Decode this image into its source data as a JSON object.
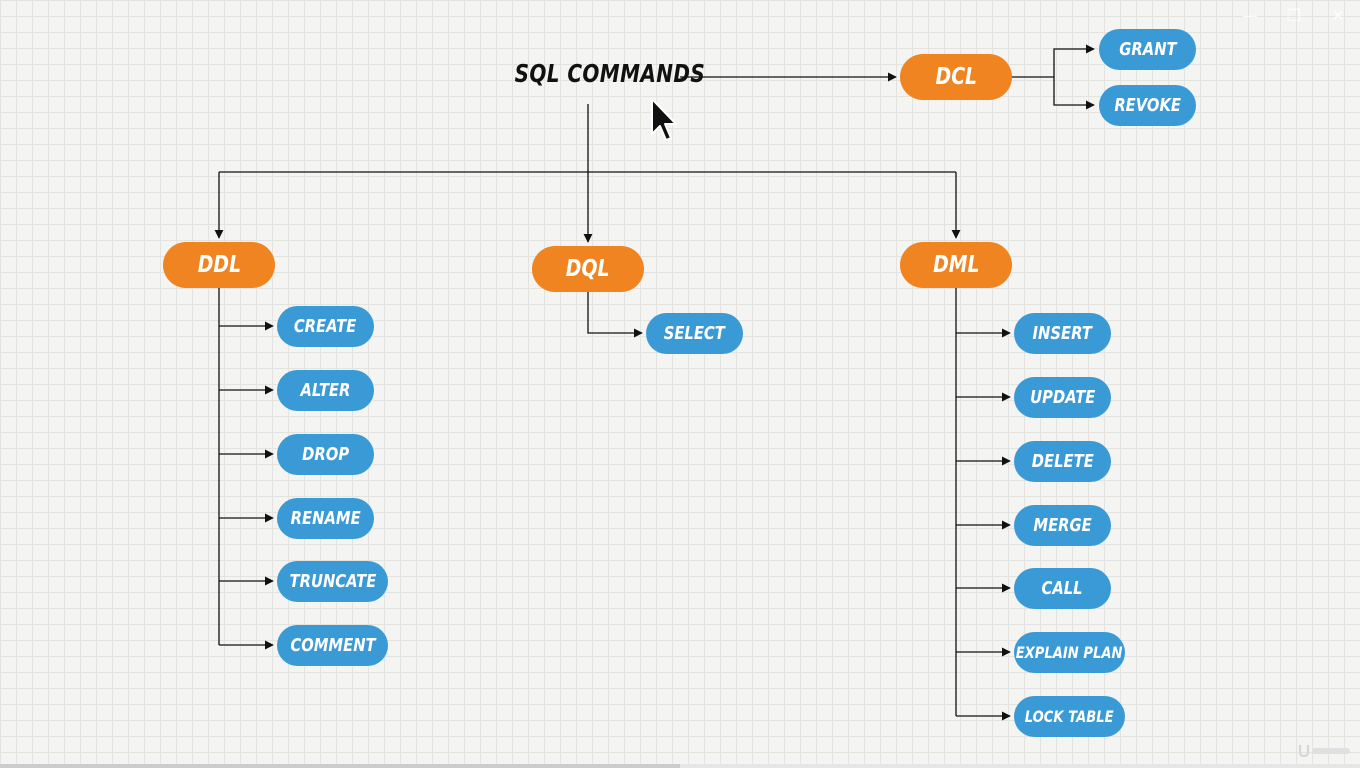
{
  "diagram": {
    "title": "SQL COMMANDS",
    "categories": [
      {
        "id": "dcl",
        "label": "DCL",
        "commands": [
          "GRANT",
          "REVOKE"
        ]
      },
      {
        "id": "ddl",
        "label": "DDL",
        "commands": [
          "CREATE",
          "ALTER",
          "DROP",
          "RENAME",
          "TRUNCATE",
          "COMMENT"
        ]
      },
      {
        "id": "dql",
        "label": "DQL",
        "commands": [
          "SELECT"
        ]
      },
      {
        "id": "dml",
        "label": "DML",
        "commands": [
          "INSERT",
          "UPDATE",
          "DELETE",
          "MERGE",
          "CALL",
          "EXPLAIN PLAN",
          "LOCK TABLE"
        ]
      }
    ]
  },
  "colors": {
    "category": "#ef8420",
    "command": "#3a9ad6",
    "connector": "#111111",
    "background": "#f4f4f2"
  },
  "window_controls": {
    "minimize": "—",
    "maximize": "❐",
    "close": "✕"
  },
  "video_progress_fraction": 0.5
}
